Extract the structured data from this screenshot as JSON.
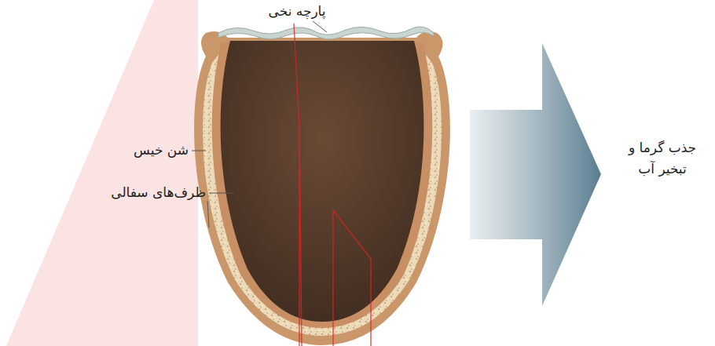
{
  "diagram": {
    "labels": [
      "پارچه نخی",
      "شن خیس",
      "ظرف‌های سفالی",
      "جذب گرما و تبخیر آب"
    ]
  }
}
